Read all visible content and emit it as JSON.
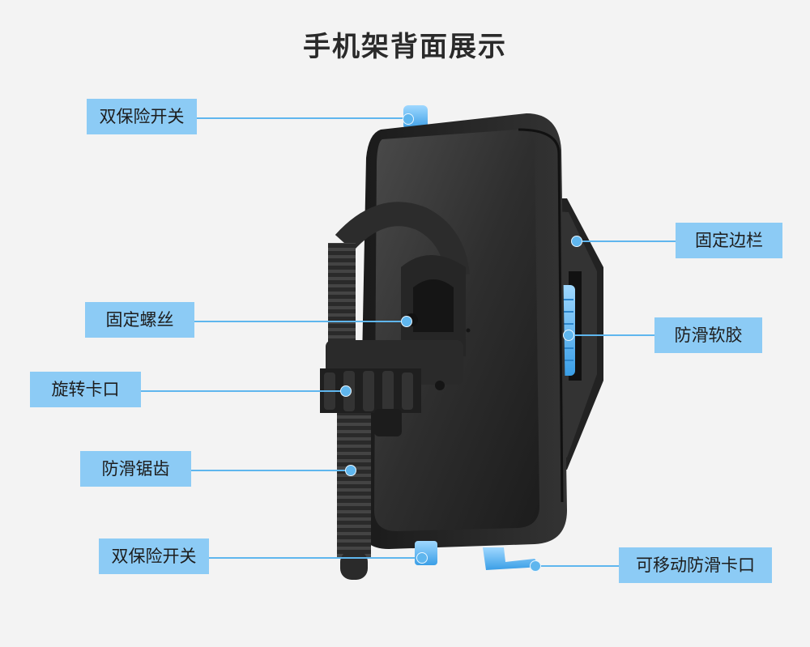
{
  "title": "手机架背面展示",
  "colors": {
    "background": "#f3f3f3",
    "label_bg": "#8ccbf5",
    "accent": "#5fb6ee",
    "body": "#2b2b2b"
  },
  "labels": {
    "double_safety_switch_top": "双保险开关",
    "fixed_rail": "固定边栏",
    "fixed_screw": "固定螺丝",
    "anti_slip_rubber": "防滑软胶",
    "rotating_clamp": "旋转卡口",
    "anti_slip_serration": "防滑锯齿",
    "double_safety_switch_bottom": "双保险开关",
    "movable_anti_slip_clamp": "可移动防滑卡口"
  }
}
